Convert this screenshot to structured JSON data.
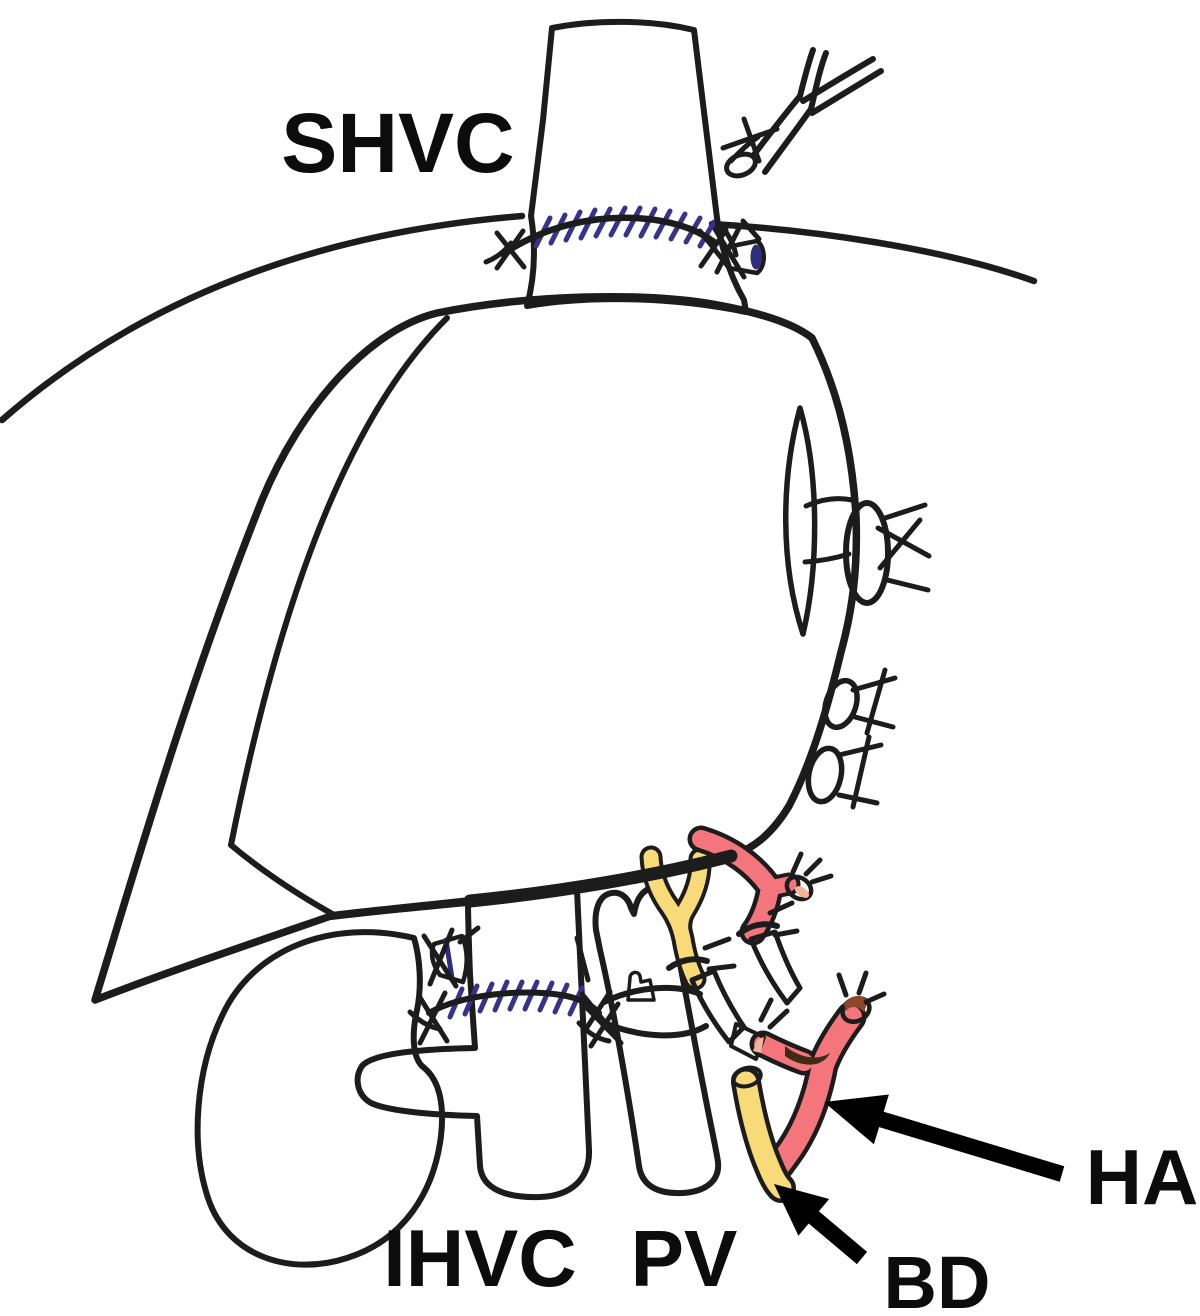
{
  "figure": {
    "labels": {
      "shvc": "SHVC",
      "ihvc": "IHVC",
      "pv": "PV",
      "bd": "BD",
      "ha": "HA"
    },
    "colors": {
      "outline": "#1c1c1c",
      "vena_cava_blue": "#b7b3f0",
      "stump_blue": "#6f66c6",
      "stump_blue_dark": "#2e2c7e",
      "suture_navy": "#35338a",
      "portal_vein_purple": "#b088c0",
      "bile_duct_yellow": "#f8da78",
      "duct_lumen_dark": "#3f2a16",
      "hepatic_artery_red": "#f4767c",
      "artery_cut_dark": "#8e4529",
      "artery_cut_pink": "#f2b49b",
      "arrow_black": "#000000"
    }
  }
}
